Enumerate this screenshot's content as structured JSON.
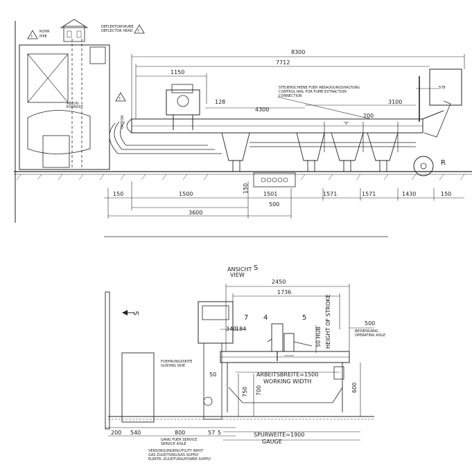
{
  "top_view": {
    "warning_left": "!",
    "warning_right": "!",
    "warning_small": "!",
    "rohr_label": "ROHR",
    "pipe_label": "PIPE",
    "deflector_de": "DEFLEKTORHAUBE",
    "deflector_en": "DEFLECTOR HEAD",
    "abzug_de": "ABZUG",
    "abzug_en": "EXHAUST",
    "option_label": "OPTION",
    "control_rail_de": "STEUERSCHIENE FUER ABSAUGUNGSHALTUNG",
    "control_rail_en1": "CONTROL RAIL FOR FUME EXTRACTION",
    "control_rail_en2": "CONNECTION",
    "dim_8300": "8300",
    "dim_7712": "7712",
    "dim_1150": "1150",
    "dim_128": "128",
    "dim_4300": "4300",
    "dim_3100": "3100",
    "dim_200": "200",
    "dim_e": "\"E\"",
    "dim_578": "578",
    "letter_r": "R",
    "dim_150_left": "150",
    "dim_1500": "1500",
    "dim_150_vert": "150",
    "dim_1501": "1501",
    "dim_1571_a": "1571",
    "dim_1571_b": "1571",
    "dim_1430": "1430",
    "dim_150_right": "150",
    "dim_500": "500",
    "dim_3600": "3600"
  },
  "bottom_view": {
    "view_de": "ANSICHT",
    "view_letter": "S",
    "view_en": "VIEW",
    "arrow_s": "S",
    "dim_2450": "2450",
    "dim_1736": "1736",
    "dim_500_aisle": "500",
    "operating_aisle_de": "BEDIENGANG",
    "operating_aisle_en": "OPERATING AISLE",
    "service_side_de": "FUEHRUNGSSEITE",
    "service_side_en": "GUIDING SIDE",
    "callout_7": "7",
    "callout_4": "4",
    "callout_5": "5",
    "dim_340": "340",
    "dim_184": "184",
    "hub_label": "50 HUB",
    "height_stroke": "HEIGHT OF STROKE",
    "dim_50": "50",
    "working_width_de": "ARBEITSBREITE=1500",
    "working_width_en": "WORKING WIDTH",
    "dim_750": "750",
    "dim_700": "700",
    "dim_600": "600",
    "dim_200": "200",
    "dim_540": "540",
    "dim_800": "800",
    "dim_57": "57",
    "dim_5": "5",
    "gauge_de": "SPURWEITE=1900",
    "gauge_en": "GAUGE",
    "service_aisle_de": "GANG FUER SERVICE",
    "service_aisle_en": "SERVICE AISLE",
    "utility_de": "VERSORGUNGEN/UTILITY INPUT",
    "gas_supply": "GAS ZULEITUNG/GAS SUPPLY",
    "power_supply": "ELEKTR.-ZULEITUNG/POWER SUPPLY"
  }
}
